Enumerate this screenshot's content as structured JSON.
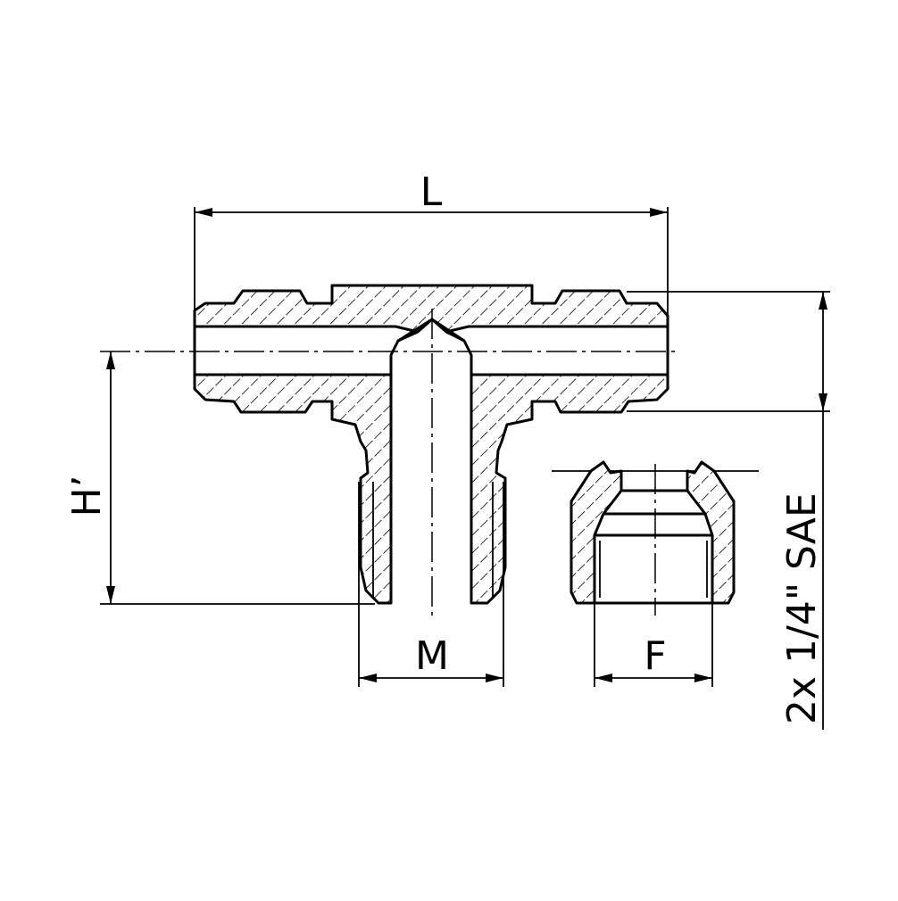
{
  "labels": {
    "length": "L",
    "height": "H’",
    "male_thread": "M",
    "female_thread": "F",
    "spec": "2x 1/4\" SAE"
  }
}
